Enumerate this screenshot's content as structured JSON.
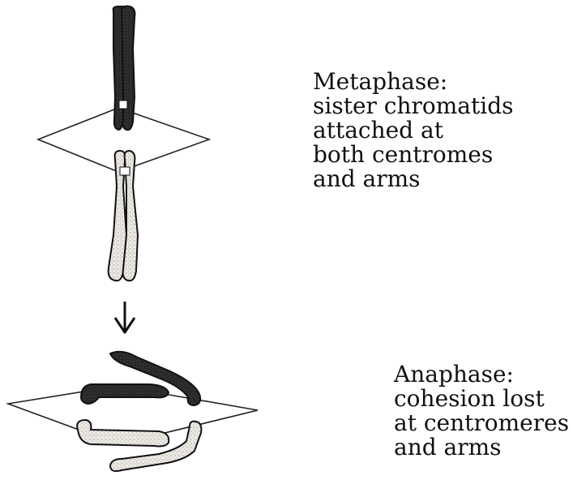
{
  "metaphase": {
    "lines": [
      "Metaphase:",
      "sister chromatids",
      "attached at",
      "both centromes",
      "and arms"
    ]
  },
  "anaphase": {
    "lines": [
      "Anaphase:",
      "cohesion lost",
      "at centromeres",
      "and arms"
    ]
  },
  "colors": {
    "dark_chromatid": "#2a2a2a",
    "light_chromatid": "#e6e3df",
    "outline": "#111111",
    "spindle": "#222222"
  },
  "icons": {
    "transition_arrow": "arrow-down-icon"
  }
}
